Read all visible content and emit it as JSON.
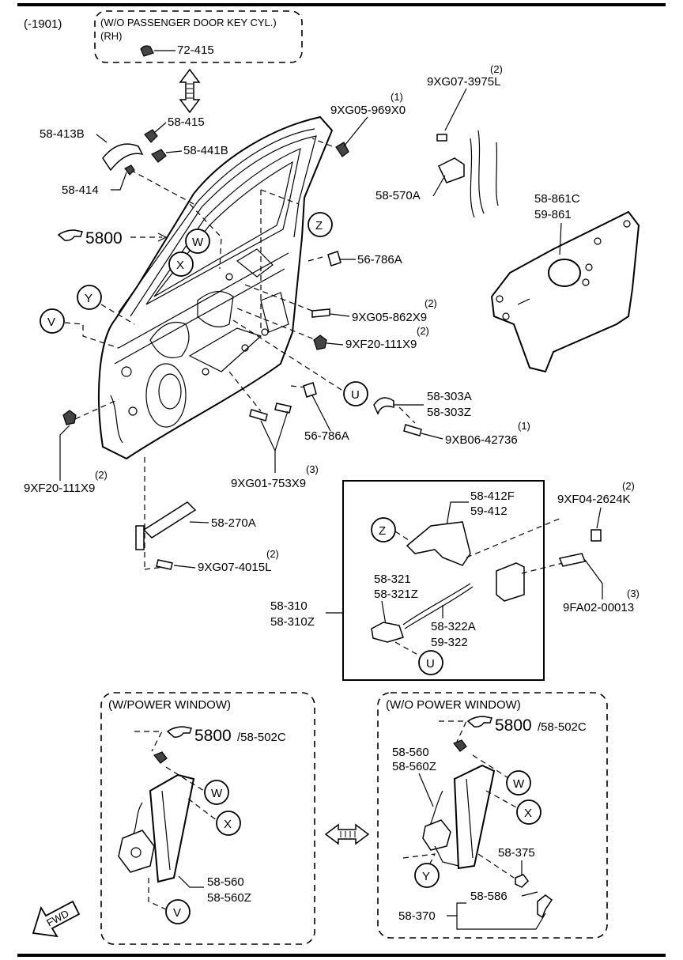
{
  "header_code": "(-1901)",
  "top_note": {
    "title": "(W/O PASSENGER DOOR KEY CYL.)",
    "subtitle": "(RH)",
    "part": "72-415"
  },
  "labels": {
    "p_9xg07_3975l": "9XG07-3975L",
    "q_9xg07_3975l": "(2)",
    "p_9xg05_969x0": "9XG05-969X0",
    "q_9xg05_969x0": "(1)",
    "p_58_413b": "58-413B",
    "p_58_415": "58-415",
    "p_58_441b": "58-441B",
    "p_58_414": "58-414",
    "p_58_570a": "58-570A",
    "p_58_861c": "58-861C",
    "p_59_861": "59-861",
    "p_5800": "5800",
    "p_56_786a_top": "56-786A",
    "p_9xg05_862x9": "9XG05-862X9",
    "q_9xg05_862x9": "(2)",
    "p_9xf20_111x9_r": "9XF20-111X9",
    "q_9xf20_111x9_r": "(2)",
    "p_58_303a": "58-303A",
    "p_58_303z": "58-303Z",
    "p_56_786a_bot": "56-786A",
    "p_9xb06_42736": "9XB06-42736",
    "q_9xb06_42736": "(1)",
    "p_9xf20_111x9_l": "9XF20-111X9",
    "q_9xf20_111x9_l": "(2)",
    "p_9xg01_753x9": "9XG01-753X9",
    "q_9xg01_753x9": "(3)",
    "p_58_270a": "58-270A",
    "p_9xg07_4015l": "9XG07-4015L",
    "q_9xg07_4015l": "(2)",
    "p_58_412f": "58-412F",
    "p_59_412": "59-412",
    "p_9xf04_2624k": "9XF04-2624K",
    "q_9xf04_2624k": "(2)",
    "p_58_321": "58-321",
    "p_58_321z": "58-321Z",
    "p_58_310": "58-310",
    "p_58_310z": "58-310Z",
    "p_58_322a": "58-322A",
    "p_59_322": "59-322",
    "p_9fa02_00013": "9FA02-00013",
    "q_9fa02_00013": "(3)"
  },
  "callouts": {
    "w": "W",
    "x": "X",
    "y": "Y",
    "v": "V",
    "z": "Z",
    "u": "U"
  },
  "power_window": {
    "title": "(W/POWER WINDOW)",
    "ref_big": "5800",
    "ref_small": "/58-502C",
    "part_a": "58-560",
    "part_b": "58-560Z"
  },
  "manual_window": {
    "title": "(W/O POWER WINDOW)",
    "ref_big": "5800",
    "ref_small": "/58-502C",
    "part_a": "58-560",
    "part_b": "58-560Z",
    "p_58_375": "58-375",
    "p_58_586": "58-586",
    "p_58_370": "58-370"
  },
  "fwd": "FWD"
}
